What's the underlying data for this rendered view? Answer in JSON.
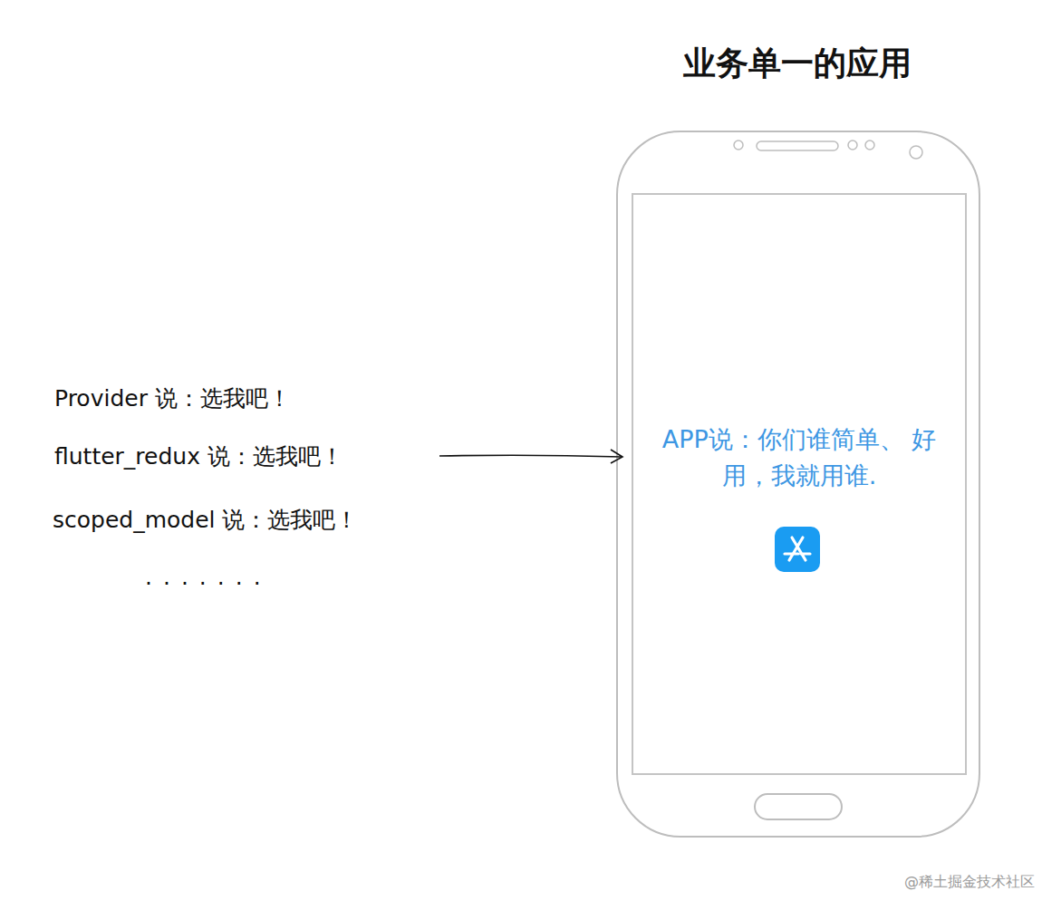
{
  "diagram": {
    "title": "业务单一的应用",
    "nodes": [
      {
        "text": [
          "APP说：你们谁简单、 好用，我就用谁."
        ]
      }
    ],
    "labels": [
      "Provider 说：选我吧！",
      "flutter_redux 说：选我吧！",
      "scoped_model 说：选我吧！",
      ".......",
      "@稀土掘金技术社区"
    ]
  }
}
